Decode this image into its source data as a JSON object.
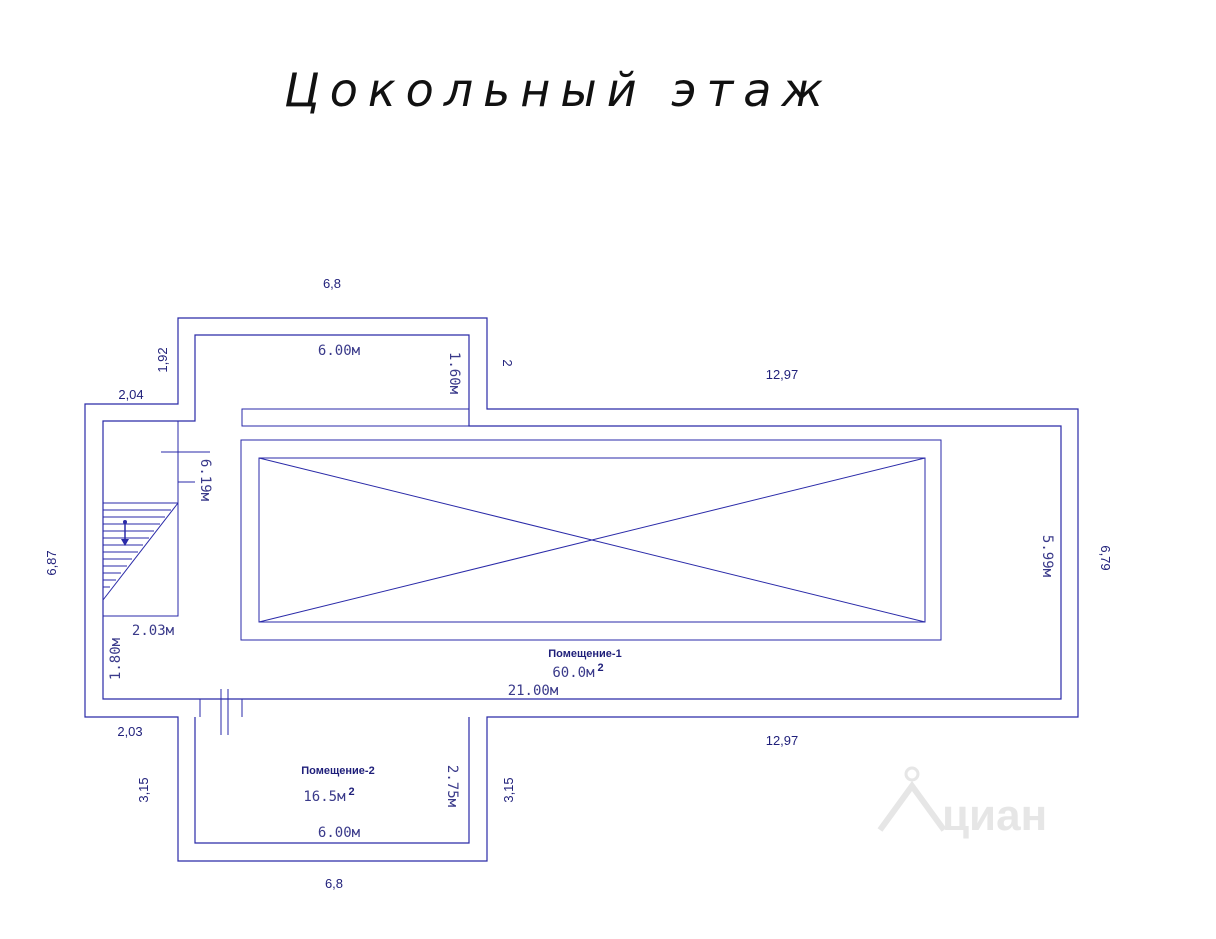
{
  "title": "Цокольный этаж",
  "dimensions": {
    "top_6_8": "6,8",
    "bottom_6_8": "6,8",
    "d_1_92": "1,92",
    "d_2_04": "2,04",
    "d_2": "2",
    "d_12_97_top": "12,97",
    "d_12_97_bottom": "12,97",
    "d_6_87": "6,87",
    "d_6_79": "6,79",
    "d_2_03": "2,03",
    "d_3_15_left": "3,15",
    "d_3_15_right": "3,15"
  },
  "inner_dimensions": {
    "w_6_00_top": "6.00м",
    "w_1_60": "1.60м",
    "w_6_19": "6.19м",
    "w_2_03": "2.03м",
    "w_1_80": "1.80м",
    "w_5_99": "5.99м",
    "w_21_00": "21.00м",
    "w_2_75": "2.75м",
    "w_6_00_bottom": "6.00м"
  },
  "rooms": [
    {
      "name": "Помещение-1",
      "area": "60.0м",
      "unit_sup": "2"
    },
    {
      "name": "Помещение-2",
      "area": "16.5м",
      "unit_sup": "2"
    }
  ],
  "watermark": {
    "text": "циан"
  },
  "colors": {
    "line": "#2a2aa8",
    "text": "#1f1f7a",
    "title": "#111111"
  }
}
